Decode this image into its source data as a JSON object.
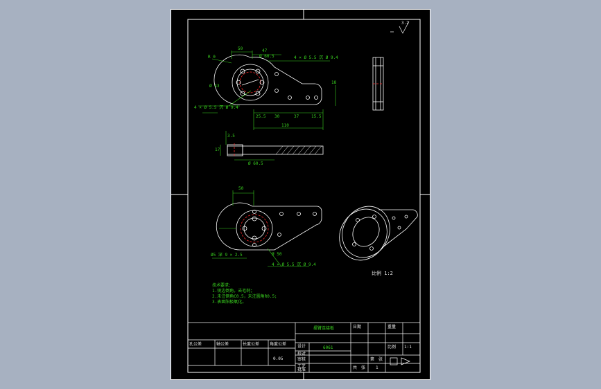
{
  "drawing": {
    "colors": {
      "paper": "#000000",
      "background": "#a7b1c1",
      "outline": "#ffffff",
      "dimension": "#39d11f",
      "center": "#ff2a2a"
    },
    "roughness_mark": "3.2",
    "dims_front": {
      "top_left": "50",
      "top_mid": "47",
      "bore": "Ø 60.5",
      "bolt_top": "4 × Ø 5.5 沉 Ø 9.4",
      "r_left": "R 0",
      "hole_left": "Ø 43",
      "holes_bottom": "4 × Ø 5.5 沉 Ø 9.4",
      "right_h": "18",
      "row_25": "25.5",
      "row_30": "30",
      "row_37": "37",
      "row_15": "15.5",
      "overall": "110"
    },
    "dims_section": {
      "thick": "3.5",
      "h1": "17",
      "bore": "Ø 60.5"
    },
    "dims_lower": {
      "top": "50",
      "bore": "Ø 50",
      "bottom_left": "Ø5 深 9 × 2.5",
      "holes": "4 × Ø 5.5 沉 Ø 9.4"
    },
    "scale_label": "比例 1:2",
    "notes": {
      "title": "技术要求：",
      "items": [
        "1.锐边倒角，去毛刺；",
        "2.未注倒角C0.5，未注圆角R0.5；",
        "3.表面阳极氧化。"
      ]
    },
    "title_block": {
      "tol_headers": [
        "孔公差",
        "轴公差",
        "长度公差",
        "角度公差"
      ],
      "part_name": "摆臂连接板",
      "material": "6061",
      "labels": [
        "设计",
        "校对",
        "审核",
        "工艺",
        "批准",
        "日期",
        "重量",
        "比例",
        "共",
        "张",
        "第",
        "张"
      ],
      "ratio": "1:1",
      "weight": "0.05",
      "sheet": "1"
    }
  }
}
